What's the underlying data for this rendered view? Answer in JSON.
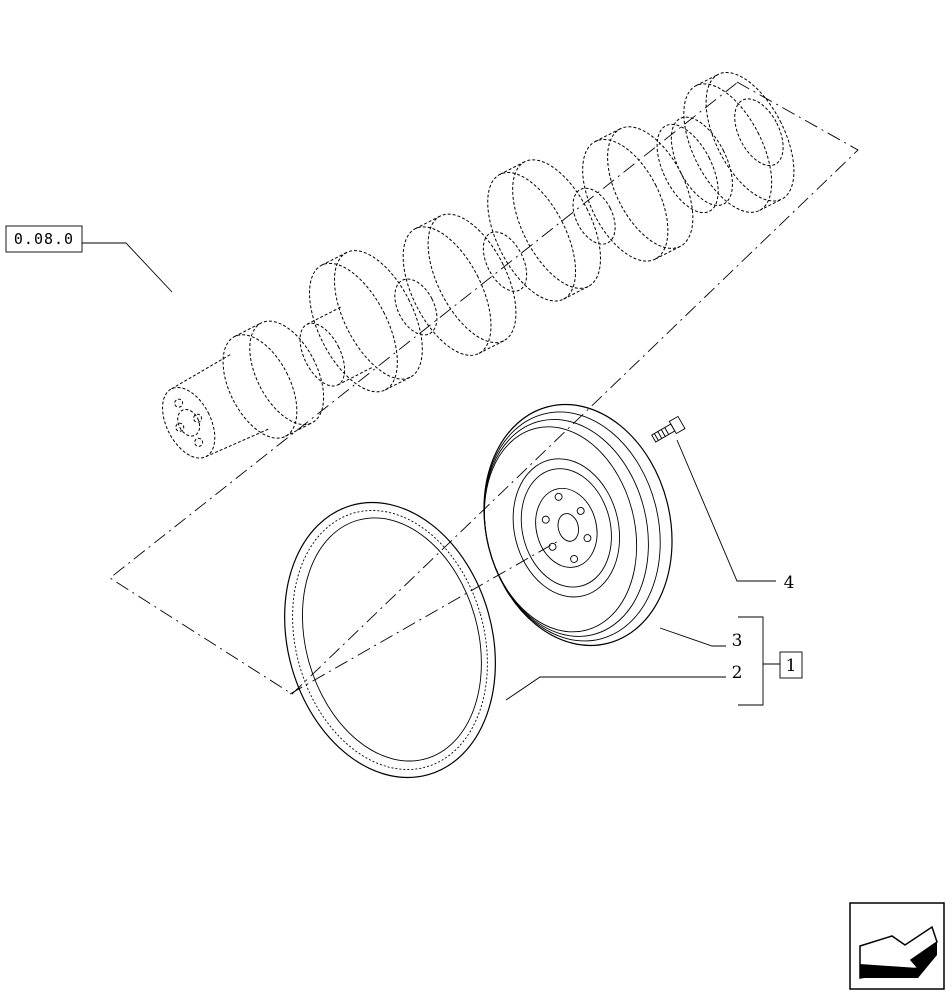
{
  "references": {
    "crankshaft_ref": "0.08.0",
    "group_ref": "1"
  },
  "callouts": {
    "bolt": "4",
    "flywheel": "3",
    "ring_gear": "2"
  },
  "icons": {
    "nav_arrow": "back-arrow-icon"
  }
}
